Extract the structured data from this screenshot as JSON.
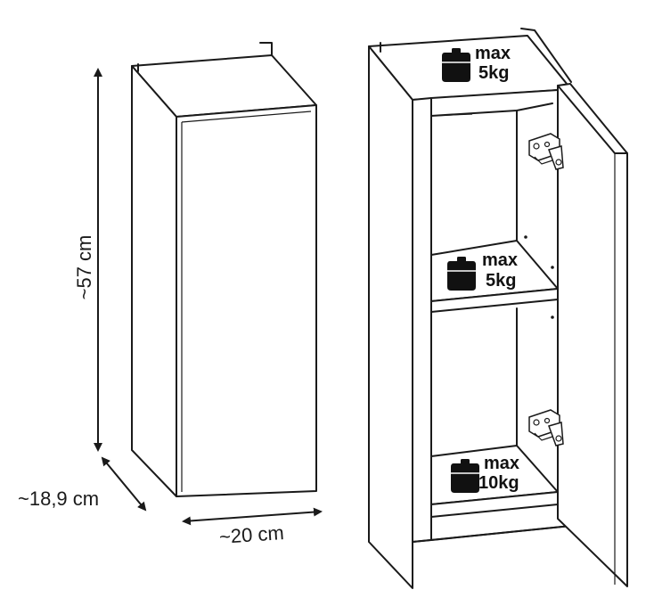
{
  "dimensions": {
    "height": "~57 cm",
    "width": "~20 cm",
    "depth": "~18,9 cm"
  },
  "loads": [
    {
      "max": "max",
      "weight": "5kg"
    },
    {
      "max": "max",
      "weight": "5kg"
    },
    {
      "max": "max",
      "weight": "10kg"
    }
  ],
  "colors": {
    "line": "#1a1a1a",
    "weight_icon": "#111111",
    "background": "#ffffff"
  },
  "icons": [
    "weight-icon",
    "hinge-icon",
    "arrow-icon"
  ]
}
